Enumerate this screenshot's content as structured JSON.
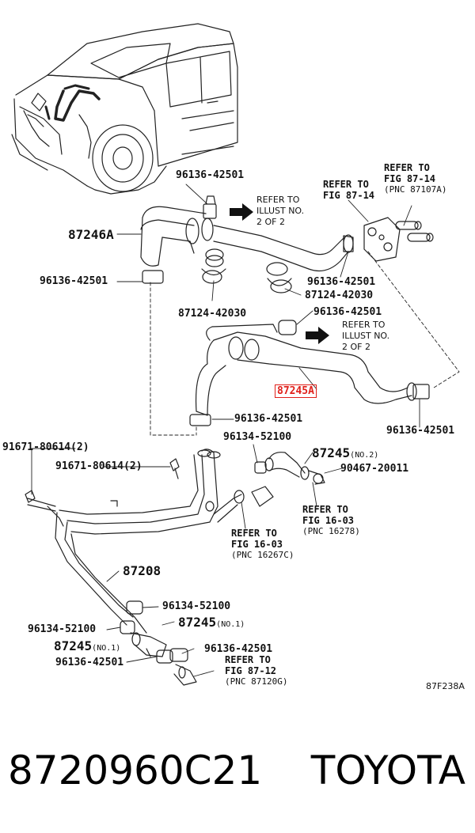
{
  "labels": {
    "c96136_top": "96136-42501",
    "p87246A": "87246A",
    "c96136_left": "96136-42501",
    "c96136_mid": "96136-42501",
    "c87124_right": "87124-42030",
    "c87124_left": "87124-42030",
    "c96136_uppermid": "96136-42501",
    "p87245A": "87245A",
    "c96136_lower": "96136-42501",
    "c96136_right": "96136-42501",
    "b91671_top": "91671-80614",
    "b91671_mid": "91671-80614",
    "qty2": "(2)",
    "c96134_top": "96134-52100",
    "p87245": "87245",
    "no1": "(NO.1)",
    "no2": "(NO.2)",
    "c90467": "90467-20011",
    "p87208": "87208",
    "c96134_a": "96134-52100",
    "c96134_b": "96134-52100",
    "c96136_br": "96136-42501",
    "c96136_bl": "96136-42501"
  },
  "notes": {
    "illust1": {
      "l1": "REFER TO",
      "l2": "ILLUST NO.",
      "l3": "2 OF 2"
    },
    "illust2": {
      "l1": "REFER TO",
      "l2": "ILLUST NO.",
      "l3": "2 OF 2"
    }
  },
  "refs": {
    "fig8714a": {
      "l1": "REFER TO",
      "l2": "FIG 87-14"
    },
    "fig8714b": {
      "l1": "REFER TO",
      "l2": "FIG 87-14",
      "l3": "(PNC 87107A)"
    },
    "fig1603a": {
      "l1": "REFER TO",
      "l2": "FIG 16-03",
      "l3": "(PNC 16278)"
    },
    "fig1603b": {
      "l1": "REFER TO",
      "l2": "FIG 16-03",
      "l3": "(PNC 16267C)"
    },
    "fig8712": {
      "l1": "REFER TO",
      "l2": "FIG 87-12",
      "l3": "(PNC 87120G)"
    }
  },
  "figure_code": "87F238A",
  "footer": {
    "part_number": "8720960C21",
    "brand": "TOYOTA"
  },
  "colors": {
    "highlight": "#e0201a",
    "line": "#222222",
    "background": "#ffffff"
  }
}
